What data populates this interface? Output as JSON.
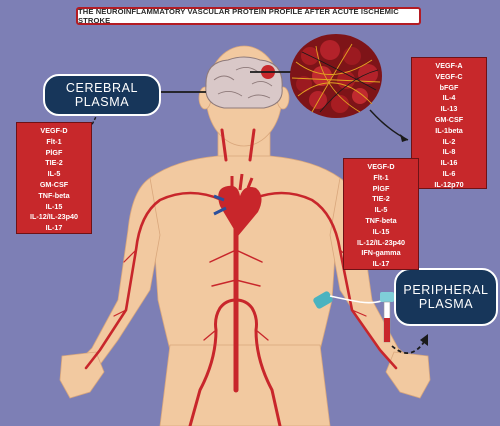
{
  "title": "THE NEUROINFLAMMATORY VASCULAR PROTEIN PROFILE AFTER ACUTE ISCHEMIC STROKE",
  "cerebral_label": [
    "CEREBRAL",
    "PLASMA"
  ],
  "peripheral_label": [
    "PERIPHERAL",
    "PLASMA"
  ],
  "cerebral_proteins": [
    "VEGF-D",
    "Flt-1",
    "PlGF",
    "TIE-2",
    "IL-5",
    "GM-CSF",
    "TNF-beta",
    "IL-15",
    "IL-12/IL-23p40",
    "IL-17"
  ],
  "clot_proteins": [
    "VEGF-A",
    "VEGF-C",
    "bFGF",
    "IL-4",
    "IL-13",
    "GM-CSF",
    "IL-1beta",
    "IL-2",
    "IL-8",
    "IL-16",
    "IL-6",
    "IL-12p70"
  ],
  "peripheral_proteins": [
    "VEGF-D",
    "Flt-1",
    "PlGF",
    "TIE-2",
    "IL-5",
    "TNF-beta",
    "IL-15",
    "IL-12/IL-23p40",
    "IFN-gamma",
    "IL-17"
  ],
  "colors": {
    "background": "#7d7fb5",
    "skin": "#f2c9a0",
    "artery": "#c8262b",
    "box_red": "#c7282b",
    "pill_navy": "#17365a"
  }
}
